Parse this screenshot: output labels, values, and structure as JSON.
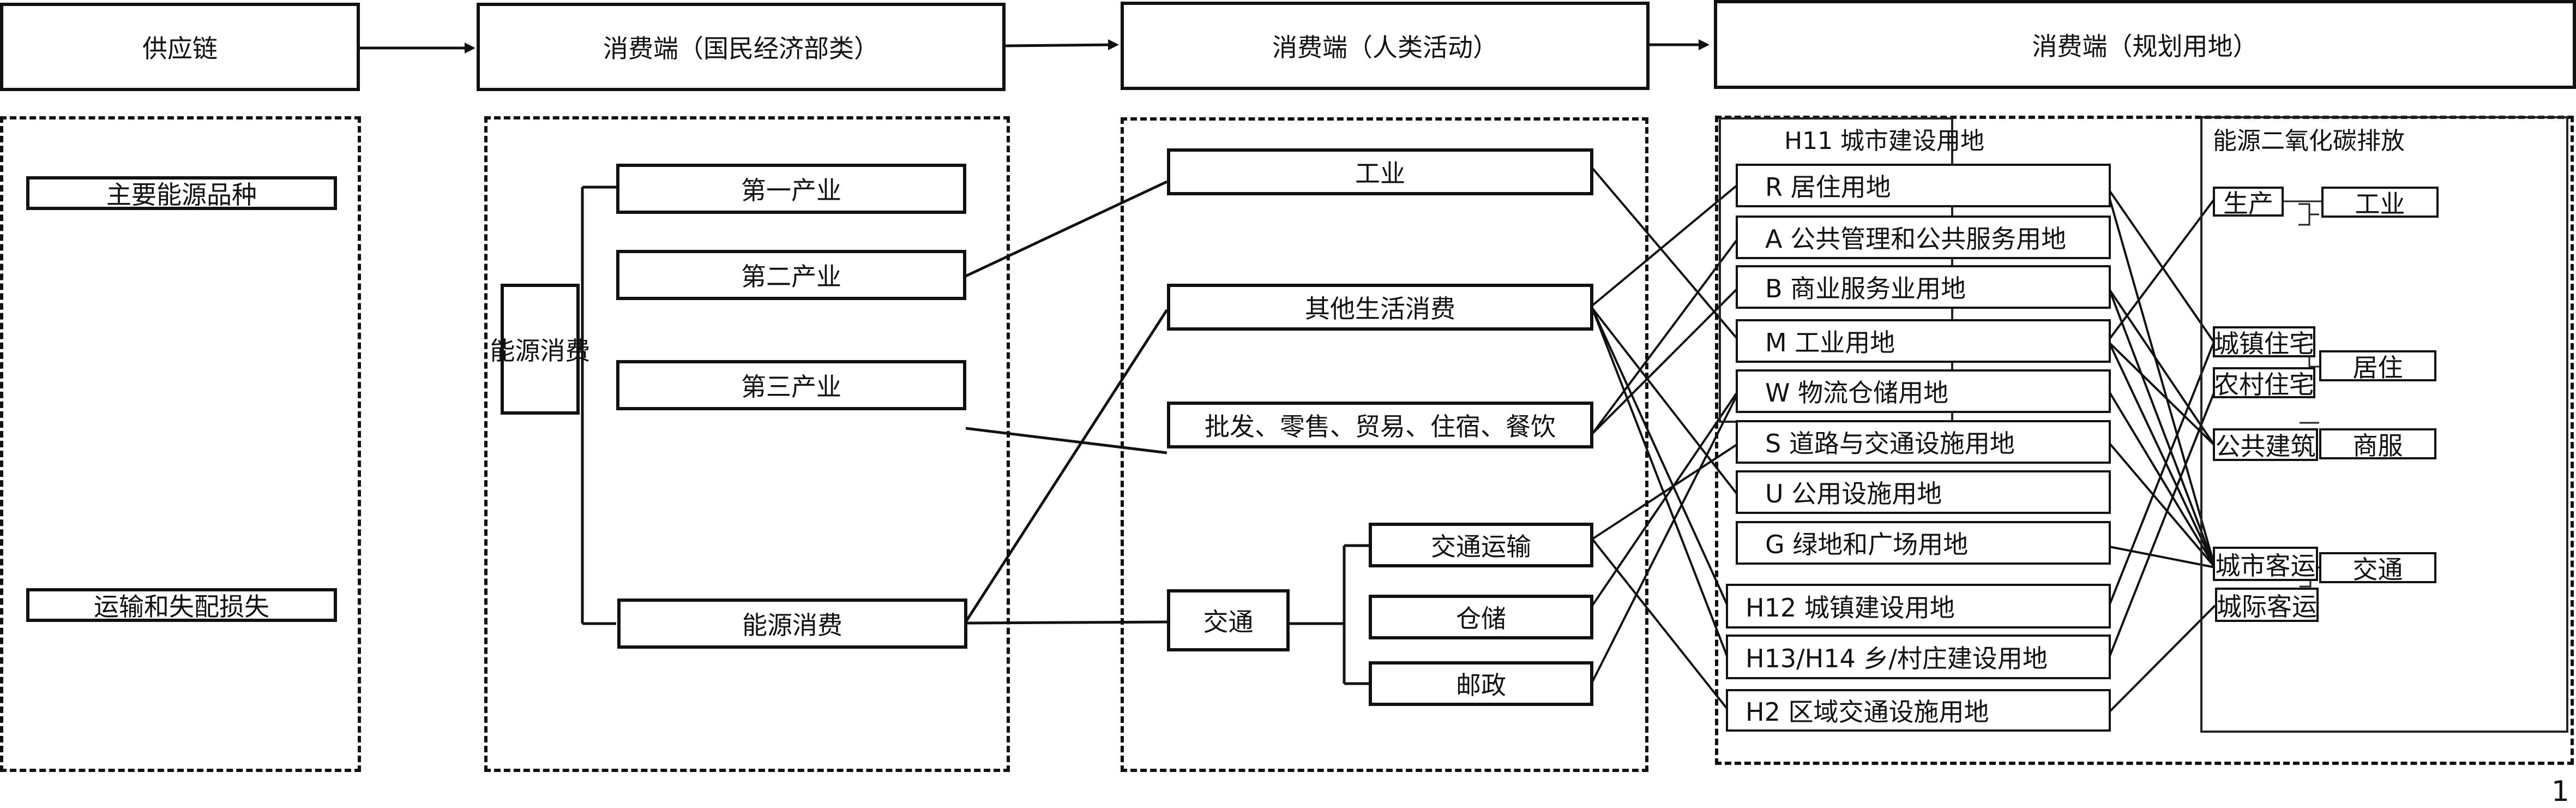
{
  "header": {
    "stages": [
      {
        "label": "供应链"
      },
      {
        "label": "消费端（国民经济部类）"
      },
      {
        "label": "消费端（人类活动）"
      },
      {
        "label": "消费端（规划用地）"
      }
    ]
  },
  "supply": {
    "items": [
      "主要能源品种",
      "运输和失配损失"
    ]
  },
  "economy": {
    "root": "能源消费",
    "branches": [
      "第一产业",
      "第二产业",
      "第三产业",
      "能源消费"
    ]
  },
  "activity": {
    "items": [
      "工业",
      "其他生活消费",
      "批发、零售、贸易、住宿、餐饮",
      "交通"
    ],
    "transport_children": [
      "交通运输",
      "仓储",
      "邮政"
    ]
  },
  "landuse": {
    "h11_title": "H11 城市建设用地",
    "h11_items": [
      "R 居住用地",
      "A 公共管理和公共服务用地",
      "B 商业服务业用地",
      "M 工业用地",
      "W 物流仓储用地",
      "S 道路与交通设施用地",
      "U 公用设施用地",
      "G 绿地和广场用地"
    ],
    "other_items": [
      "H12 城镇建设用地",
      "H13/H14 乡/村庄建设用地",
      "H2 区域交通设施用地"
    ]
  },
  "emission": {
    "title": "能源二氧化碳排放",
    "sub": [
      "生产",
      "城镇住宅",
      "农村住宅",
      "公共建筑",
      "城市客运",
      "城际客运"
    ],
    "groups": [
      "工业",
      "居住",
      "商服",
      "交通"
    ]
  },
  "page_number": "1"
}
